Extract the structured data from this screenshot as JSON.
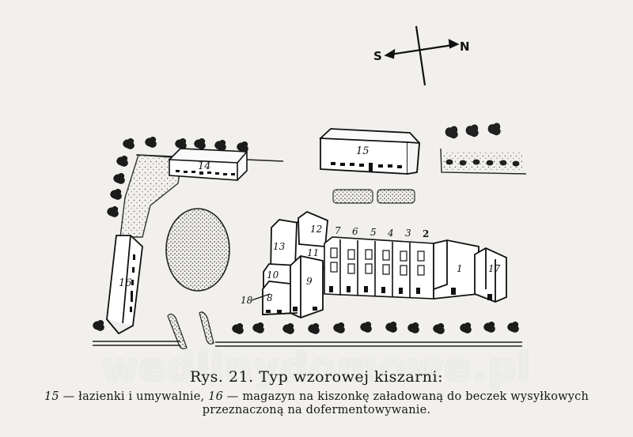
{
  "compass": {
    "south": "S",
    "north": "N"
  },
  "labels": {
    "b1": "1",
    "b2": "2",
    "b3": "3",
    "b4": "4",
    "b5": "5",
    "b6": "6",
    "b7": "7",
    "b8": "8",
    "b9": "9",
    "b10": "10",
    "b11": "11",
    "b12": "12",
    "b13": "13",
    "b14": "14",
    "b15": "15",
    "b16": "16",
    "b17": "17",
    "b18": "18"
  },
  "caption": {
    "title": "Rys. 21. Typ wzorowej kiszarni:",
    "num15": "15",
    "text15": " — łazienki i umywalnie, ",
    "num16": "16",
    "text16": " — magazyn na kiszonkę załadowaną do beczek wysyłkowych",
    "line2": "przeznaczoną na dofermentowywanie."
  },
  "watermark": "wedlinydomowe.pl",
  "colors": {
    "ink": "#161616",
    "paper": "#f1f0ec"
  }
}
